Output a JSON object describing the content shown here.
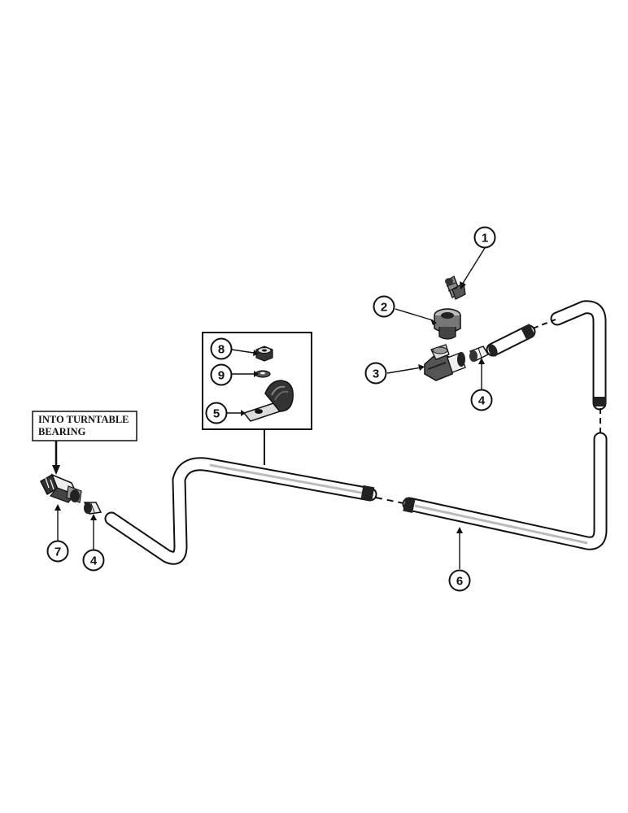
{
  "note": {
    "line1": "INTO TURNTABLE",
    "line2": "BEARING"
  },
  "callouts": {
    "c1": "1",
    "c2": "2",
    "c3": "3",
    "c4a": "4",
    "c4b": "4",
    "c5": "5",
    "c6": "6",
    "c7": "7",
    "c8": "8",
    "c9": "9"
  }
}
